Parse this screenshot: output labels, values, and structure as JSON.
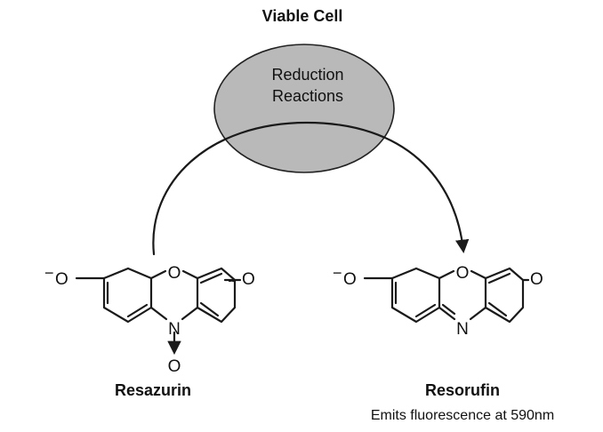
{
  "title": "Viable Cell",
  "cell_label_line1": "Reduction",
  "cell_label_line2": "Reactions",
  "left_compound": {
    "name": "Resazurin",
    "atom_o_left": "O",
    "charge": "−",
    "atom_o_ring": "O",
    "atom_o_right": "O",
    "atom_n": "N",
    "atom_n_oxide": "O"
  },
  "right_compound": {
    "name": "Resorufin",
    "note": "Emits fluorescence at 590nm",
    "atom_o_left": "O",
    "charge": "−",
    "atom_o_ring": "O",
    "atom_o_right": "O",
    "atom_n": "N"
  },
  "colors": {
    "cell_fill": "#b9b9b9",
    "cell_stroke": "#222222",
    "line": "#1a1a1a"
  }
}
